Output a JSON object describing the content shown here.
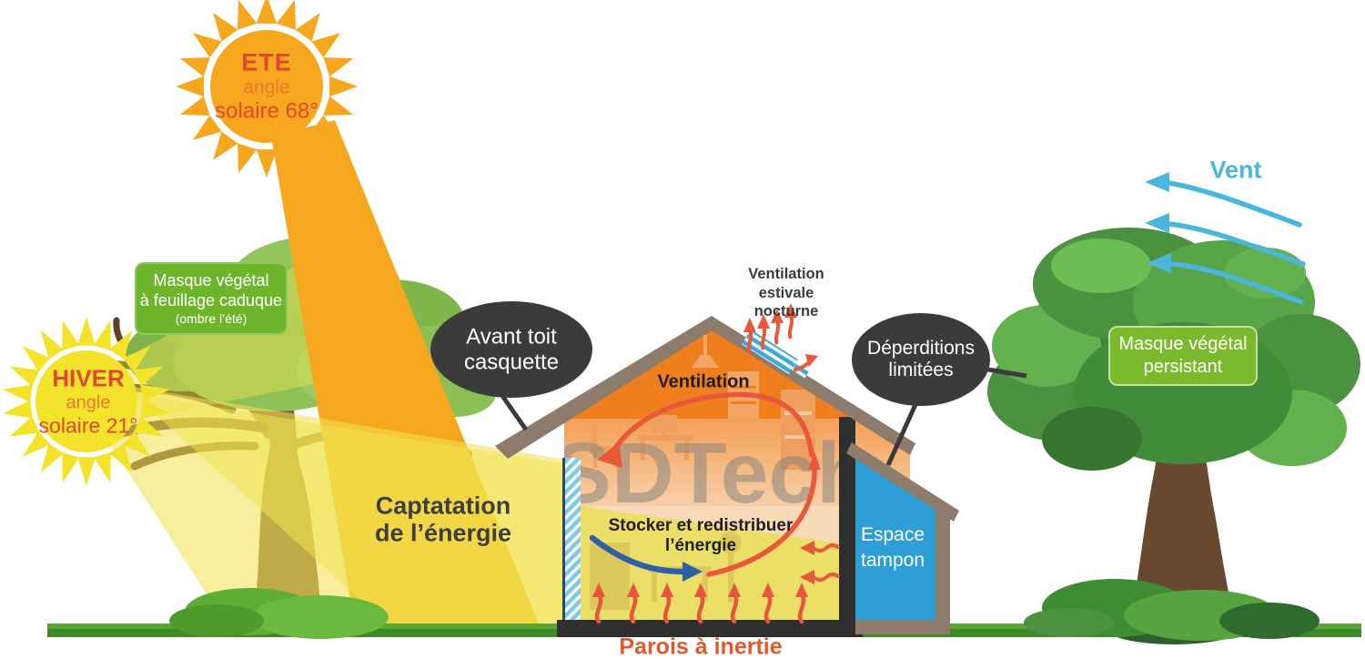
{
  "colors": {
    "sun_orange": "#F6A71E",
    "sun_text_red": "#E1492C",
    "sun_text_orange": "#E87B2E",
    "sun_yellow": "#F4E32B",
    "beam_yellow": "#F0E24F",
    "ground_light": "#57A636",
    "ground_dark": "#3E8A28",
    "label_green": "#6FB52C",
    "label_green_light": "#7CBA2D",
    "bubble_dark": "#3B3B3B",
    "roof_taupe": "#8D7B6B",
    "attic_orange": "#EF7E1D",
    "band_orange": "#F4A763",
    "floor_peach": "#F8D9B8",
    "furniture_orange": "#EE9E5E",
    "interior_yellow": "#ECDF67",
    "wall_hatch_blue": "#7FC9E9",
    "skylight_blue": "#3FA9DC",
    "tampon_blue": "#2E9ED7",
    "slab_dark": "#2F2F2F",
    "accent_red": "#E8573A",
    "arrow_blue": "#2F5FA8",
    "wind_blue": "#49B6DA",
    "text_dark": "#3B3B3B",
    "parois_red": "#E4582D",
    "watermark_gray": "#8B8680"
  },
  "watermark": "SDTech",
  "summer_sun": {
    "title": "ETE",
    "line2": "angle",
    "line3": "solaire 68°"
  },
  "winter_sun": {
    "title": "HIVER",
    "line2": "angle",
    "line3": "solaire 21°"
  },
  "labels": {
    "masque_caduque_l1": "Masque végétal",
    "masque_caduque_l2": "à feuillage caduque",
    "masque_caduque_l3": "(ombre l’été)",
    "avant_toit_l1": "Avant toit",
    "avant_toit_l2": "casquette",
    "ventilation": "Ventilation",
    "vent_estivale_l1": "Ventilation",
    "vent_estivale_l2": "estivale",
    "vent_estivale_l3": "nocturne",
    "deperditions_l1": "Déperditions",
    "deperditions_l2": "limitées",
    "captation_l1": "Captatation",
    "captation_l2": "de l’énergie",
    "stocker_l1": "Stocker et redistribuer",
    "stocker_l2": "l’énergie",
    "espace_l1": "Espace",
    "espace_l2": "tampon",
    "parois": "Parois à inertie",
    "masque_persistant_l1": "Masque végétal",
    "masque_persistant_l2": "persistant",
    "vent": "Vent"
  }
}
